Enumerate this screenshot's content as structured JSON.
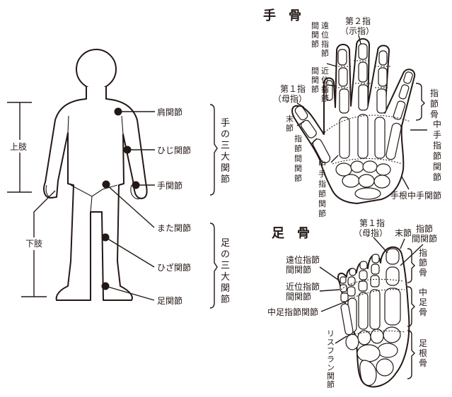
{
  "body": {
    "upper_limb": "上肢",
    "lower_limb": "下肢",
    "joints": {
      "shoulder": "肩関節",
      "elbow": "ひじ関節",
      "wrist": "手関節",
      "hip": "また関節",
      "knee": "ひざ関節",
      "ankle": "足関節"
    },
    "group_arm": [
      "手",
      "の",
      "三",
      "大",
      "関",
      "節"
    ],
    "group_leg": [
      "足",
      "の",
      "三",
      "大",
      "関",
      "節"
    ]
  },
  "hand": {
    "title": "手　骨",
    "second_finger": "第２指",
    "second_finger_paren": "（示指）",
    "dip": [
      "遠",
      "位",
      "指",
      "節",
      "間",
      "関",
      "節"
    ],
    "pip": [
      "近",
      "位",
      "指",
      "節",
      "間",
      "関",
      "節"
    ],
    "first_finger": "第１指",
    "first_finger_paren": "（母指）",
    "distal_phalanx": [
      "末",
      "節"
    ],
    "ip": [
      "指",
      "節",
      "間",
      "関",
      "節"
    ],
    "mcp": [
      "中",
      "手",
      "指",
      "節",
      "関",
      "節"
    ],
    "phalanges": [
      "指",
      "節",
      "骨"
    ],
    "metacarpal": [
      "中",
      "手",
      "指",
      "節",
      "関",
      "節"
    ],
    "cmc": "手根中手関節"
  },
  "foot": {
    "title": "足　骨",
    "first_toe": "第１指",
    "first_toe_paren": "（母指）",
    "distal": "末節",
    "ip_joint": "指節",
    "ip_joint2": "間関節",
    "dip": "遠位指節",
    "dip2": "間関節",
    "pip": "近位指節",
    "pip2": "間関節",
    "mtp": "中足指節関節",
    "lisfranc": [
      "リ",
      "ス",
      "フ",
      "ラ",
      "ン",
      "関",
      "節"
    ],
    "phalanges": [
      "指",
      "節",
      "骨"
    ],
    "metatarsal": [
      "中",
      "足",
      "骨"
    ],
    "tarsal": [
      "足",
      "根",
      "骨"
    ]
  }
}
